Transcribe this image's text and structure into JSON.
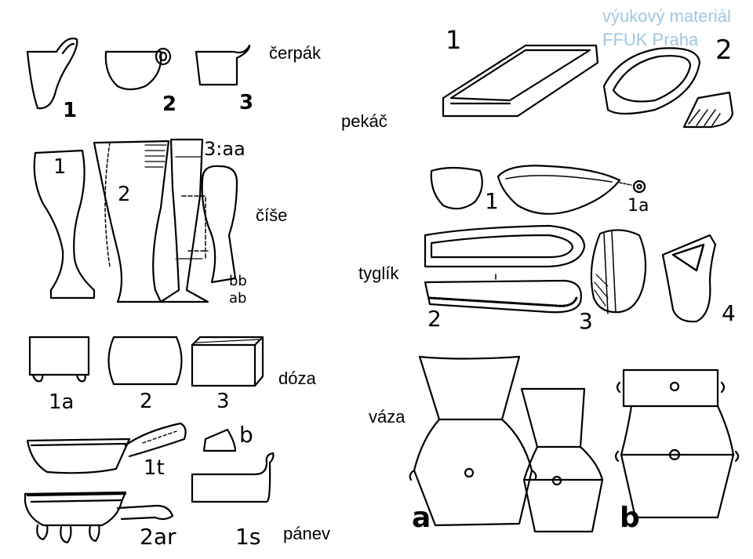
{
  "watermark": {
    "line1": "výukový materiál",
    "line2": "FFUK Praha"
  },
  "colors": {
    "watermark": "#7fb4d6",
    "ink": "#000000"
  },
  "labels": {
    "cerpak": "čerpák",
    "pekac": "pekáč",
    "cise": "číše",
    "tyglik": "tyglík",
    "doza": "dóza",
    "vaza": "váza",
    "panev": "pánev"
  },
  "numbers": {
    "cerpak": [
      "1",
      "2",
      "3"
    ],
    "pekac": [
      "1",
      "2"
    ],
    "cise": [
      "1",
      "2",
      "3:aa",
      "bb",
      "ab"
    ],
    "tyglik": [
      "1",
      "1a",
      "2",
      "3",
      "4"
    ],
    "doza": [
      "1a",
      "2",
      "3"
    ],
    "vaza": [
      "a",
      "b"
    ],
    "panev": [
      "1t",
      "b",
      "2ar",
      "1s"
    ]
  }
}
